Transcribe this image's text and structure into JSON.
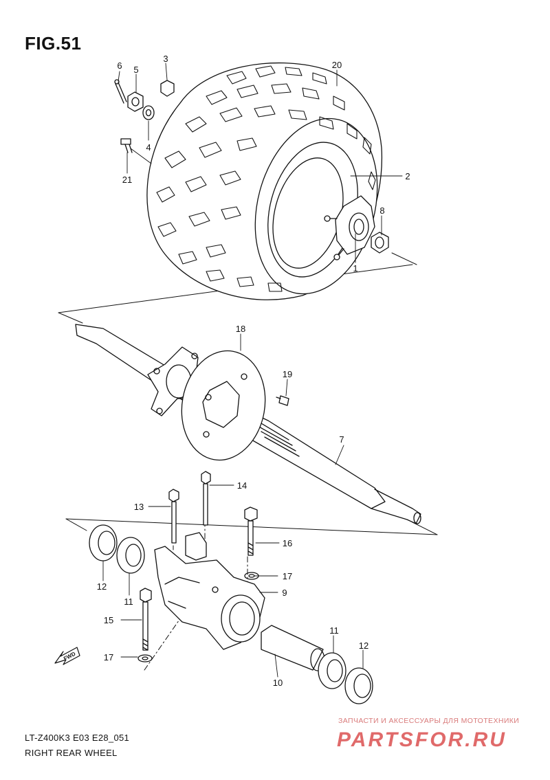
{
  "figure": {
    "title": "FIG.51"
  },
  "footer": {
    "model_code": "LT-Z400K3 E03 E28_051",
    "part_name": "RIGHT REAR WHEEL"
  },
  "watermark": {
    "tagline": "ЗАПЧАСТИ И АКСЕССУАРЫ ДЛЯ МОТОТЕХНИКИ",
    "logo": "PARTSFOR.RU",
    "logo_color": "#e06a6a"
  },
  "direction_arrow": {
    "label": "FWD"
  },
  "callouts": {
    "c1": "1",
    "c2": "2",
    "c3": "3",
    "c4": "4",
    "c5": "5",
    "c6": "6",
    "c7": "7",
    "c8": "8",
    "c9": "9",
    "c10": "10",
    "c11a": "11",
    "c11b": "11",
    "c12a": "12",
    "c12b": "12",
    "c13": "13",
    "c14": "14",
    "c15": "15",
    "c16": "16",
    "c17a": "17",
    "c17b": "17",
    "c18": "18",
    "c19": "19",
    "c20": "20",
    "c21": "21"
  },
  "colors": {
    "line": "#111111",
    "watermark": "#e06a6a"
  }
}
